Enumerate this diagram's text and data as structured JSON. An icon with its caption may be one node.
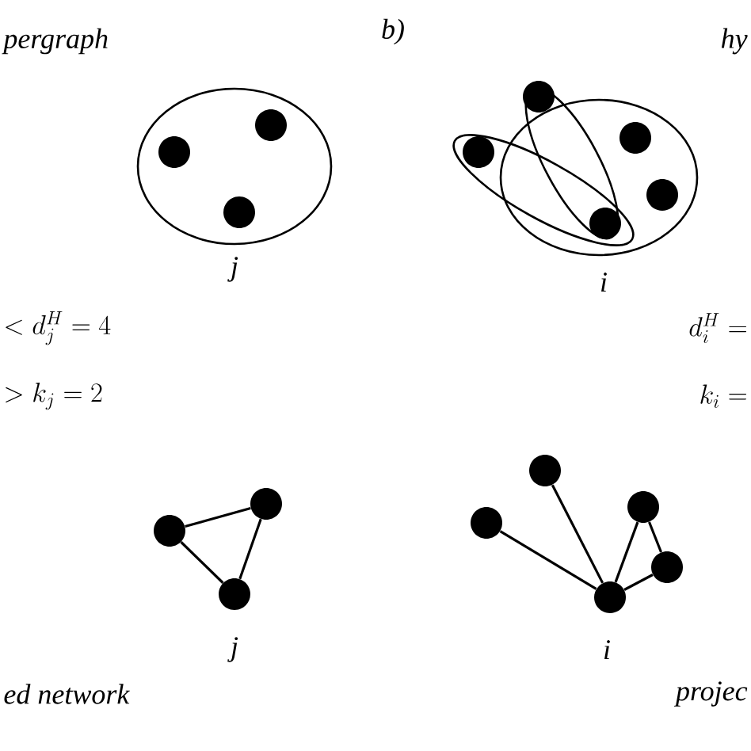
{
  "diagram": {
    "nodes": [
      {
        "text": [],
        "shape": "ellipse"
      },
      {
        "text": [],
        "shape": "circle",
        "in": 0
      },
      {
        "text": [],
        "shape": "circle",
        "in": 0
      },
      {
        "text": [],
        "shape": "circle",
        "in": 0
      },
      {
        "text": [],
        "shape": "ellipse"
      },
      {
        "text": [],
        "shape": "ellipse"
      },
      {
        "text": [],
        "shape": "ellipse"
      },
      {
        "text": [],
        "shape": "circle",
        "in": 5
      },
      {
        "text": [],
        "shape": "circle",
        "in": 4
      },
      {
        "text": [],
        "shape": "circle",
        "in": 6
      },
      {
        "text": [],
        "shape": "circle",
        "in": 6
      },
      {
        "text": [],
        "shape": "circle"
      },
      {
        "text": [],
        "shape": "circle"
      },
      {
        "text": [],
        "shape": "circle"
      },
      {
        "text": [],
        "shape": "circle"
      },
      {
        "text": [],
        "shape": "circle"
      },
      {
        "text": [],
        "shape": "circle"
      },
      {
        "text": [],
        "shape": "circle"
      },
      {
        "text": [],
        "shape": "circle"
      },
      {
        "text": [],
        "shape": "circle"
      }
    ],
    "edges": [
      {
        "from": 12,
        "to": 13,
        "arrow": "none"
      },
      {
        "from": 12,
        "to": 14,
        "arrow": "none"
      },
      {
        "from": 13,
        "to": 14,
        "arrow": "none"
      },
      {
        "from": 15,
        "to": 17,
        "arrow": "none"
      },
      {
        "from": 16,
        "to": 17,
        "arrow": "none"
      },
      {
        "from": 18,
        "to": 17,
        "arrow": "none"
      },
      {
        "from": 19,
        "to": 17,
        "arrow": "none"
      },
      {
        "from": 18,
        "to": 19,
        "arrow": "none"
      }
    ],
    "labels": [
      "pergraph",
      "b)",
      "hy",
      "j",
      "i",
      "< d_j^H = 4",
      "d_i^H =",
      "> k_j = 2",
      "k_i =",
      "j",
      "i",
      "ed network",
      "projec"
    ]
  }
}
